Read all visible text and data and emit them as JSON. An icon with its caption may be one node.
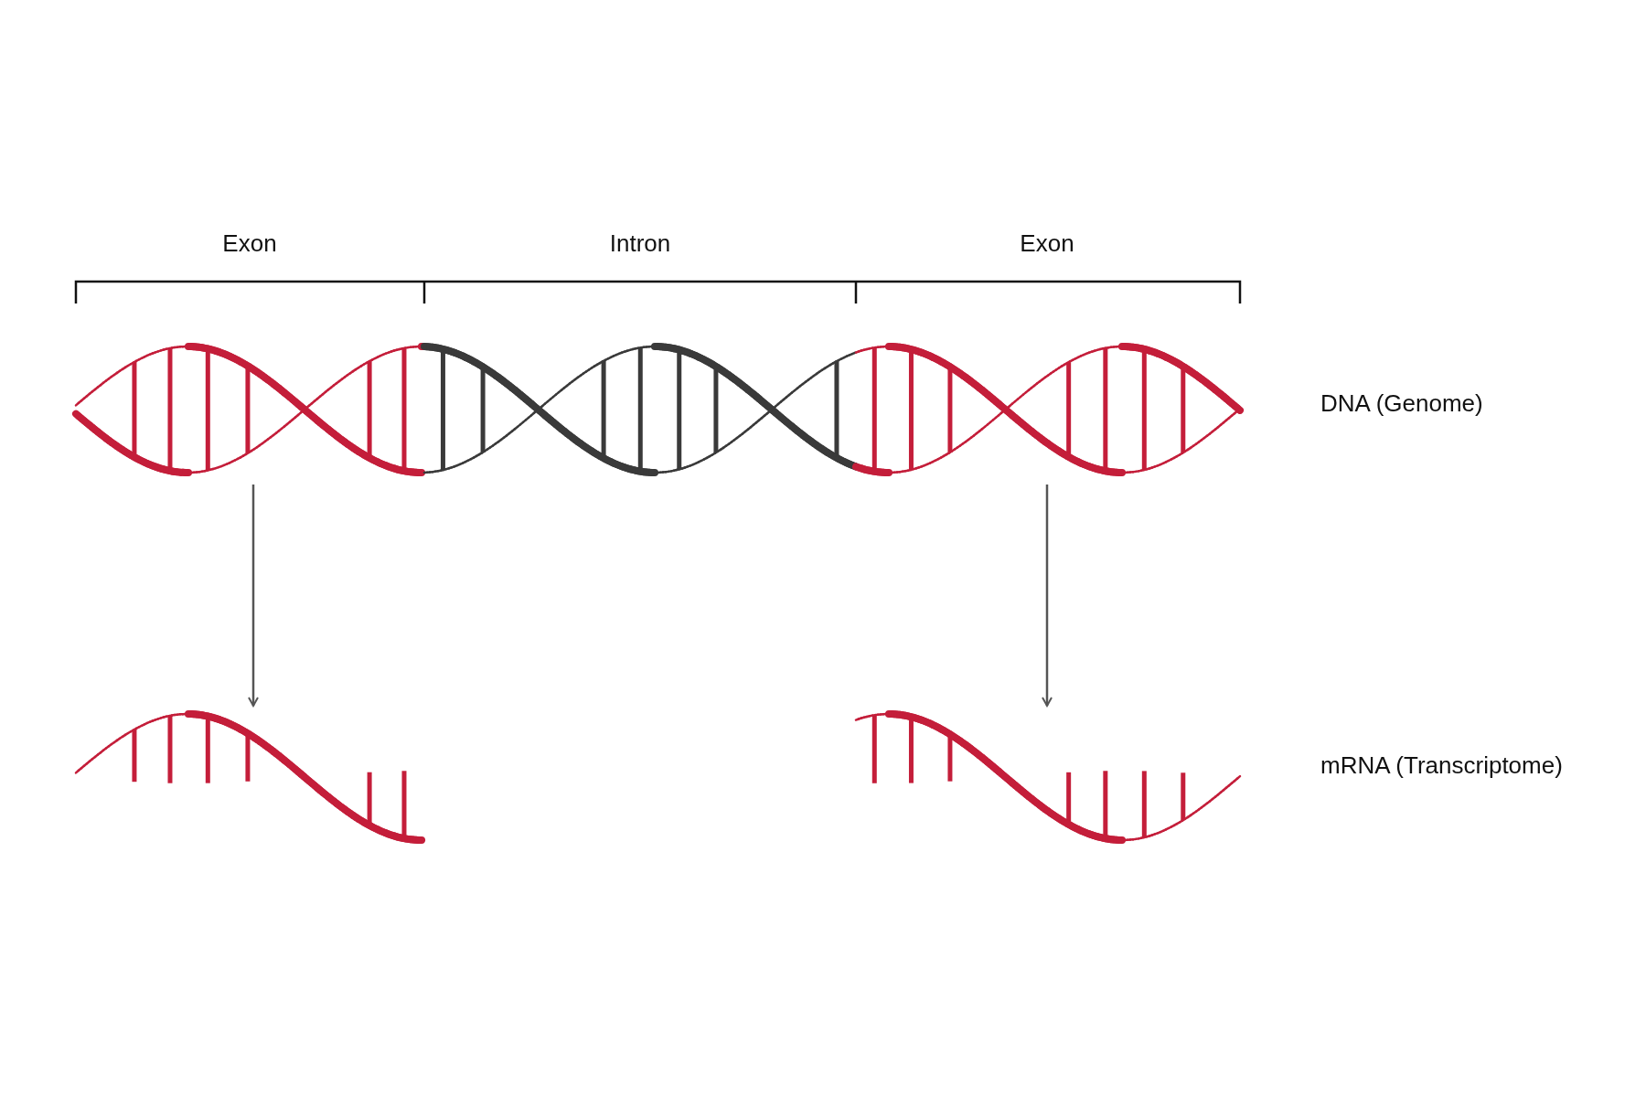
{
  "diagram": {
    "nodes": [
      {
        "text": [],
        "shape": "picture"
      },
      {
        "text": [],
        "shape": "picture"
      },
      {
        "text": [],
        "shape": "picture"
      },
      {
        "text": [],
        "shape": "picture"
      },
      {
        "text": [],
        "shape": "picture"
      }
    ],
    "edges": [
      {
        "from": 0,
        "to": 3,
        "arrow": "to"
      },
      {
        "from": 2,
        "to": 4,
        "arrow": "to"
      }
    ],
    "labels": [
      "Exon",
      "Intron",
      "Exon",
      "DNA (Genome)",
      "mRNA (Transcriptome)"
    ]
  }
}
